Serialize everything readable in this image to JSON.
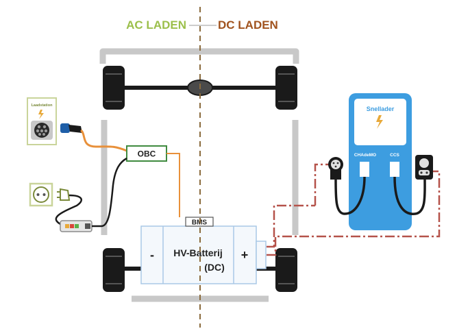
{
  "header": {
    "ac_label": "AC LADEN",
    "dc_label": "DC LADEN"
  },
  "ac_station": {
    "label": "Laadstation"
  },
  "obc": {
    "label": "OBC"
  },
  "bms": {
    "label": "BMS"
  },
  "battery": {
    "minus": "-",
    "plus": "+",
    "label_line1": "HV-Batterij",
    "label_line2": "(DC)"
  },
  "fast_charger": {
    "title": "Snellader",
    "connector_left": "CHAdeMO",
    "connector_right": "CCS"
  },
  "colors": {
    "ac_green": "#9bbf4a",
    "dc_brown": "#a0521d",
    "divider": "#8a6a3c",
    "chassis_gray": "#c8c8c8",
    "wheel_black": "#1a1a1a",
    "obc_green": "#3f8a3f",
    "ac_cable_orange": "#e8903a",
    "battery_blue": "#a9c8e6",
    "battery_fill": "#f4f8fc",
    "charger_blue": "#3d9de0",
    "dc_dash_red": "#b5524a",
    "station_border": "#c9d49a"
  }
}
